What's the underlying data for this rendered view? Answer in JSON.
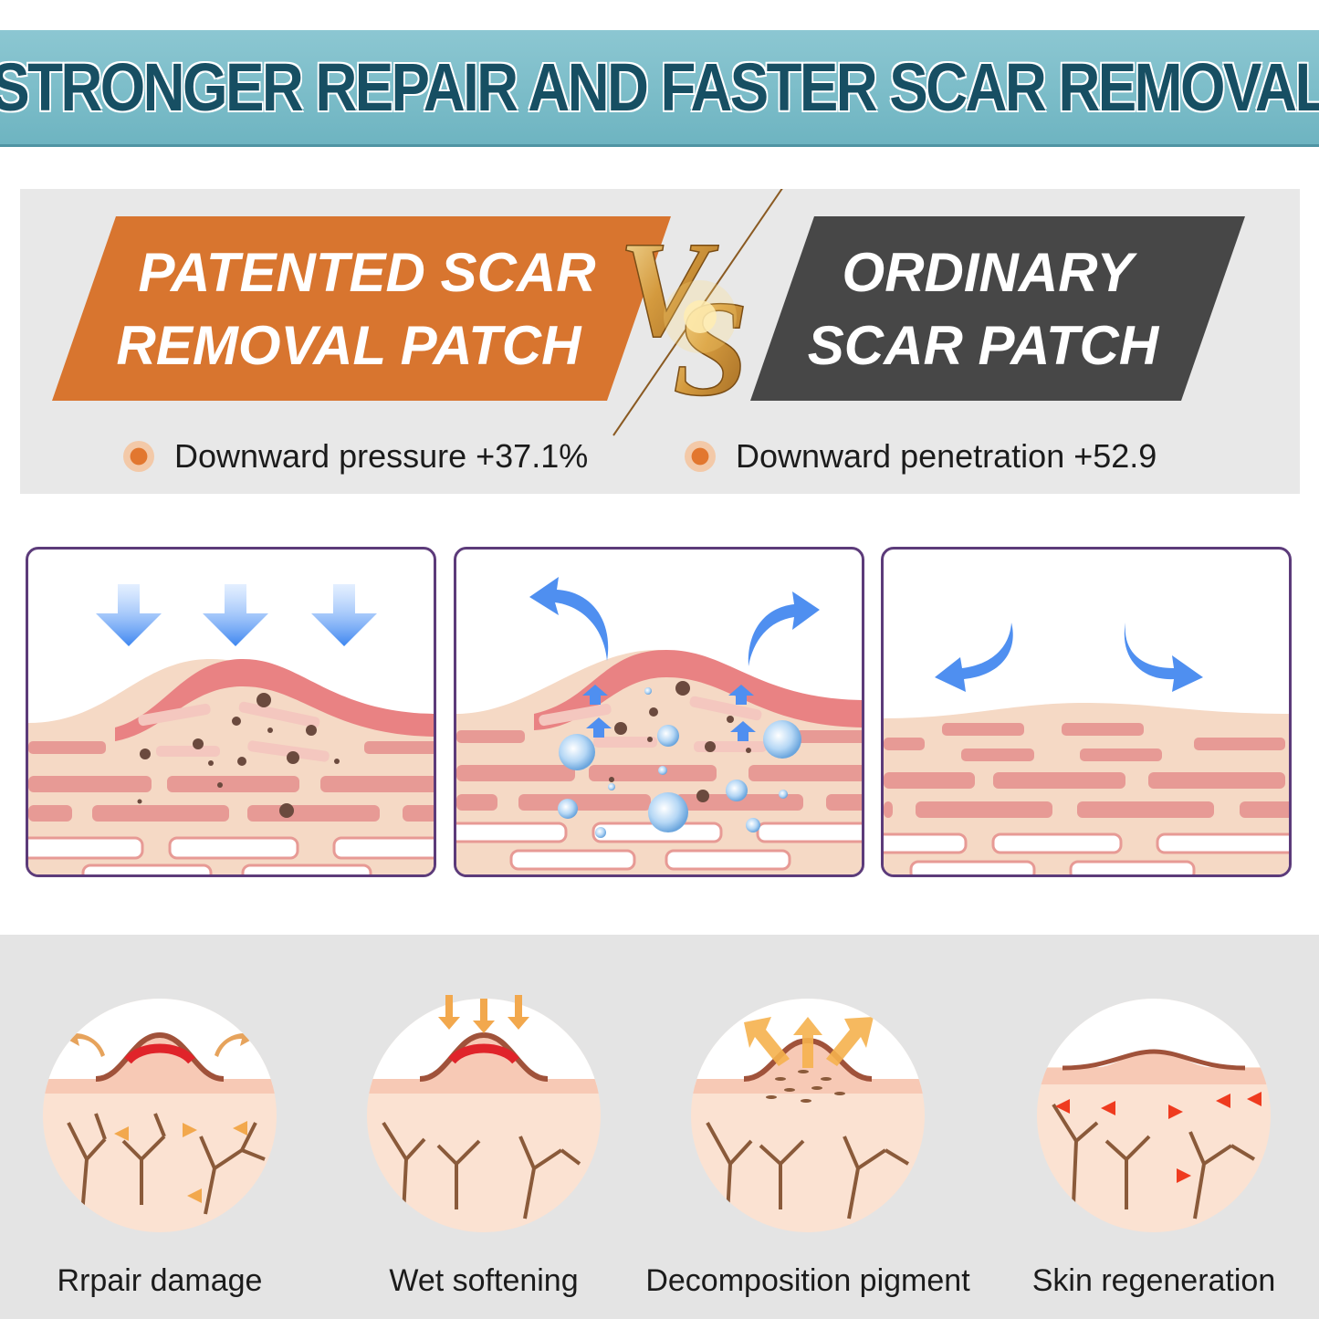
{
  "header": {
    "title": "STRONGER REPAIR AND FASTER SCAR REMOVAL"
  },
  "comparison": {
    "left_label_line1": "PATENTED SCAR",
    "left_label_line2": "REMOVAL PATCH",
    "vs_text": "VS",
    "right_label_line1": "ORDINARY",
    "right_label_line2": "SCAR PATCH",
    "bullet_left": "Downward pressure +37.1%",
    "bullet_right": "Downward penetration +52.9",
    "colors": {
      "left": "#d8752f",
      "right": "#474747",
      "vs_gold": "#d4a24a",
      "bullet": "#e2772f"
    }
  },
  "stages": [
    {
      "name": "pressure-stage",
      "arrows": "down-arrow-icon"
    },
    {
      "name": "penetration-stage",
      "arrows": "curved-arrow-icon"
    },
    {
      "name": "flattened-stage",
      "arrows": "curved-arrow-icon"
    }
  ],
  "process_steps": [
    {
      "label": "Rrpair damage"
    },
    {
      "label": "Wet softening"
    },
    {
      "label": "Decomposition pigment"
    },
    {
      "label": "Skin regeneration"
    }
  ]
}
